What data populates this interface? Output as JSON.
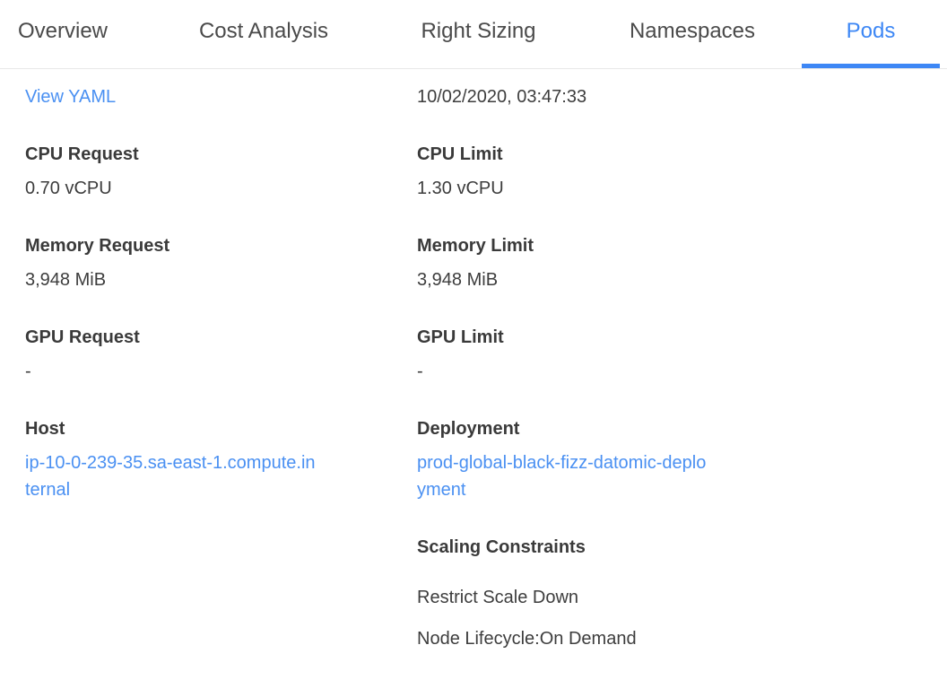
{
  "tabs": [
    {
      "label": "Overview"
    },
    {
      "label": "Cost Analysis"
    },
    {
      "label": "Right Sizing"
    },
    {
      "label": "Namespaces"
    },
    {
      "label": "Pods"
    }
  ],
  "active_tab": "Pods",
  "header": {
    "view_yaml": "View YAML",
    "timestamp": "10/02/2020, 03:47:33"
  },
  "fields": {
    "cpu_request": {
      "label": "CPU Request",
      "value": "0.70 vCPU"
    },
    "cpu_limit": {
      "label": "CPU Limit",
      "value": "1.30 vCPU"
    },
    "memory_request": {
      "label": "Memory Request",
      "value": "3,948 MiB"
    },
    "memory_limit": {
      "label": "Memory Limit",
      "value": "3,948 MiB"
    },
    "gpu_request": {
      "label": "GPU Request",
      "value": "-"
    },
    "gpu_limit": {
      "label": "GPU Limit",
      "value": "-"
    },
    "host": {
      "label": "Host",
      "value": "ip-10-0-239-35.sa-east-1.compute.internal"
    },
    "deployment": {
      "label": "Deployment",
      "value": "prod-global-black-fizz-datomic-deployment"
    }
  },
  "scaling_constraints": {
    "label": "Scaling Constraints",
    "items": [
      "Restrict Scale Down",
      "Node Lifecycle:On Demand"
    ]
  },
  "colors": {
    "tab_active": "#3d87f5",
    "tab_inactive": "#4a4a4a",
    "link": "#4a90f2",
    "label_text": "#3a3a3a",
    "value_text": "#3d3d3d",
    "divider": "#e8e8e8"
  }
}
